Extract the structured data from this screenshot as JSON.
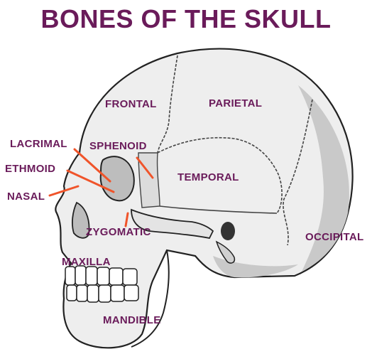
{
  "title": "BONES OF THE SKULL",
  "colors": {
    "title": "#6a1b5a",
    "label": "#6a1b5a",
    "leader": "#f0542a",
    "bone": "#eeeeee",
    "shade": "#c9c9c9",
    "outline": "#222222"
  },
  "labels": {
    "frontal": "FRONTAL",
    "parietal": "PARIETAL",
    "lacrimal": "LACRIMAL",
    "sphenoid": "SPHENOID",
    "ethmoid": "ETHMOID",
    "temporal": "TEMPORAL",
    "nasal": "NASAL",
    "zygomatic": "ZYGOMATIC",
    "occipital": "OCCIPITAL",
    "maxilla": "MAXILLA",
    "mandible": "MANDIBLE"
  }
}
